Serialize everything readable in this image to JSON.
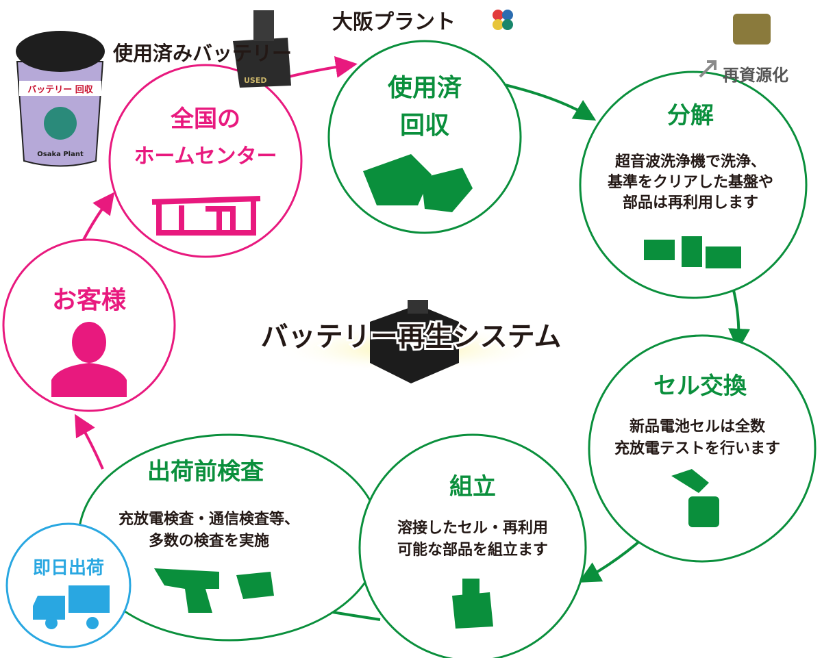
{
  "title": "バッテリー再生システム",
  "plant": "大阪プラント",
  "used_battery": "使用済みバッテリー",
  "recycle": "再資源化",
  "can": {
    "label": "バッテリー 回収",
    "brand": "Osaka Plant",
    "used_tag": "USED"
  },
  "nodes": {
    "homecenter": {
      "line1": "全国の",
      "line2": "ホームセンター"
    },
    "collect": {
      "line1": "使用済",
      "line2": "回収"
    },
    "disassemble": {
      "title": "分解",
      "lines": [
        "超音波洗浄機で洗浄、",
        "基準をクリアした基盤や",
        "部品は再利用します"
      ]
    },
    "cell": {
      "title": "セル交換",
      "lines": [
        "新品電池セルは全数",
        "充放電テストを行います"
      ]
    },
    "assemble": {
      "title": "組立",
      "lines": [
        "溶接したセル・再利用",
        "可能な部品を組立ます"
      ]
    },
    "inspect": {
      "title": "出荷前検査",
      "lines": [
        "充放電検査・通信検査等、",
        "多数の検査を実施"
      ]
    },
    "customer": {
      "title": "お客様"
    },
    "ship": {
      "title": "即日出荷"
    }
  },
  "colors": {
    "pink": "#e8197e",
    "green": "#0a8f3c",
    "blue": "#29a7e1"
  }
}
